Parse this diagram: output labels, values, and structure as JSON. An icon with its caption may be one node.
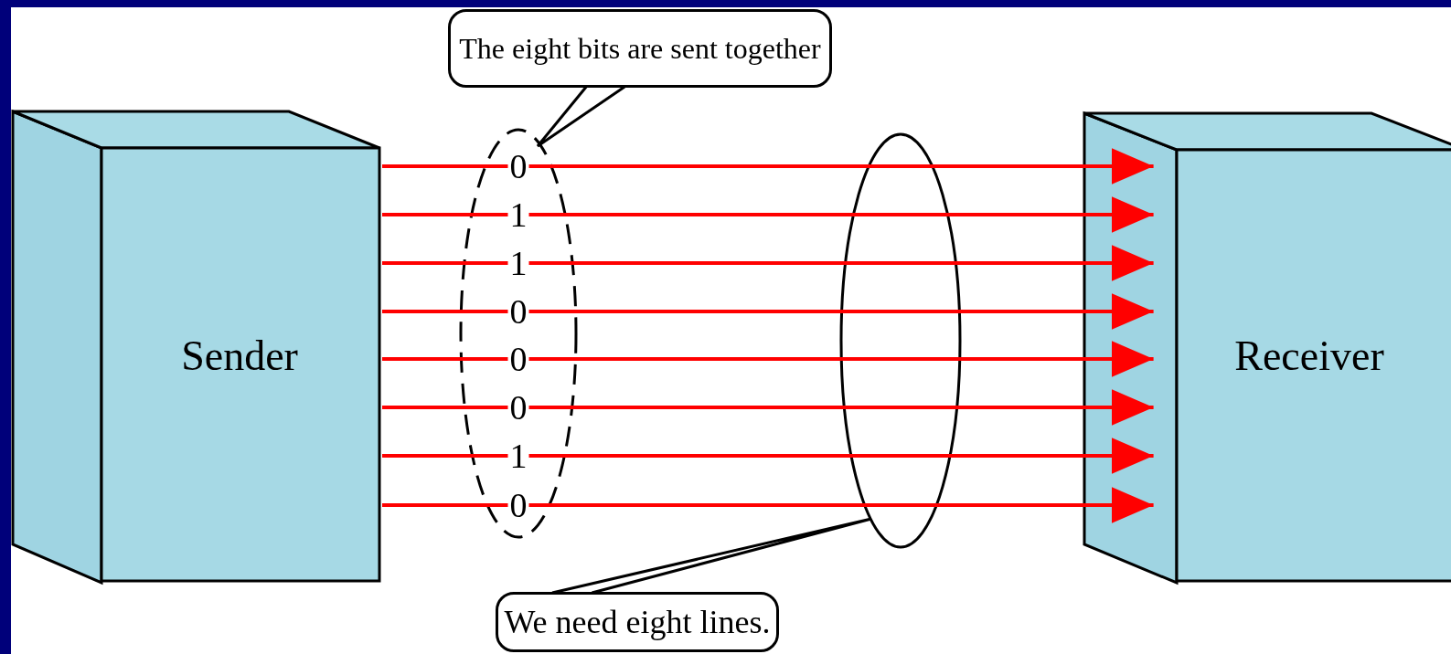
{
  "diagram": {
    "nodes": [
      {
        "text": [
          "Sender"
        ]
      },
      {
        "text": [
          "Receiver"
        ]
      },
      {
        "text": [
          "The eight bits are sent together"
        ]
      },
      {
        "text": [
          "We need eight lines."
        ]
      }
    ],
    "edges": [
      {
        "from": 0,
        "to": 1,
        "arrow": "to"
      },
      {
        "from": 0,
        "to": 1,
        "arrow": "to"
      },
      {
        "from": 0,
        "to": 1,
        "arrow": "to"
      },
      {
        "from": 0,
        "to": 1,
        "arrow": "to"
      },
      {
        "from": 0,
        "to": 1,
        "arrow": "to"
      },
      {
        "from": 0,
        "to": 1,
        "arrow": "to"
      },
      {
        "from": 0,
        "to": 1,
        "arrow": "to"
      },
      {
        "from": 0,
        "to": 1,
        "arrow": "to"
      },
      {
        "from": 2,
        "to": null,
        "arrow": "none",
        "color": "#000000"
      },
      {
        "from": 3,
        "to": null,
        "arrow": "none",
        "color": "#000000"
      }
    ],
    "labels": [
      "0",
      "1",
      "1",
      "0",
      "0",
      "0",
      "1",
      "0"
    ]
  }
}
